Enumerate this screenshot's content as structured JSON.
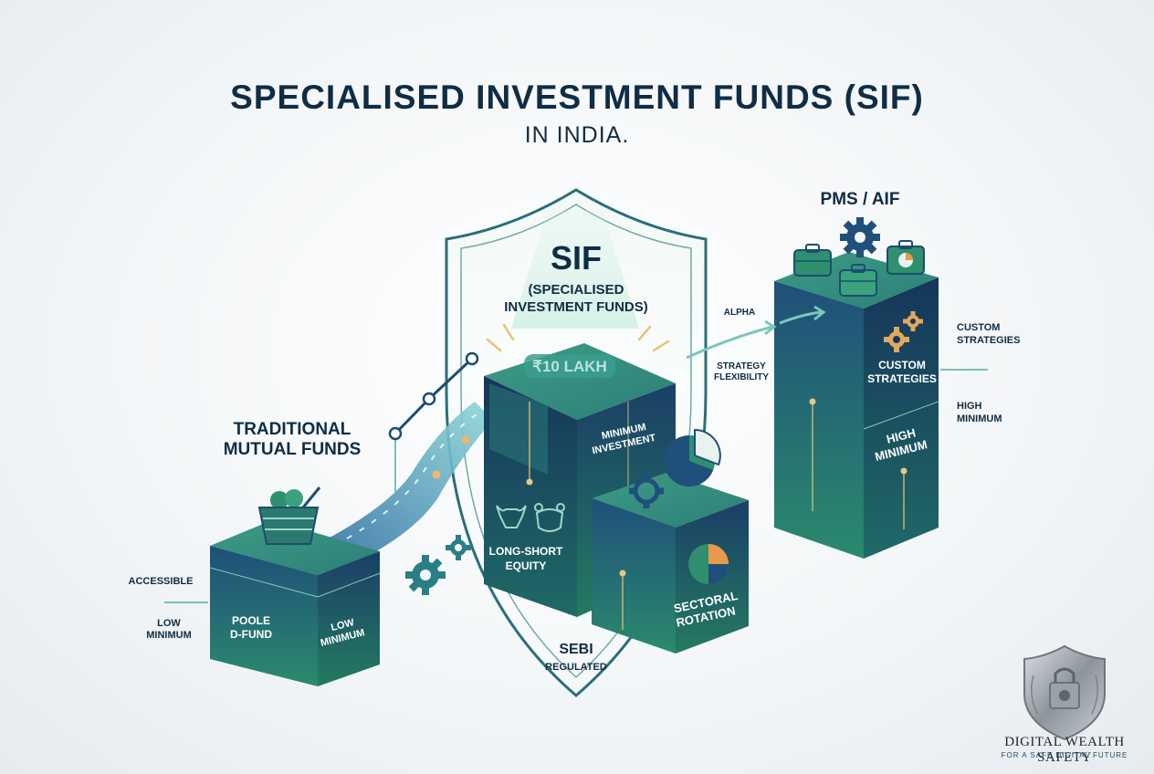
{
  "title": "SPECIALISED INVESTMENT FUNDS (SIF)",
  "subtitle": "IN INDIA.",
  "sif": {
    "heading": "SIF",
    "full_line1": "(SPECIALISED",
    "full_line2": "INVESTMENT FUNDS)",
    "amount": "₹10 LAKH",
    "min_line1": "MINIMUM",
    "min_line2": "INVESTMENT",
    "strategy1_line1": "LONG-SHORT",
    "strategy1_line2": "EQUITY",
    "strategy2_line1": "SECTORAL",
    "strategy2_line2": "ROTATION",
    "regulator": "SEBI",
    "regulated": "REGULATED"
  },
  "traditional": {
    "heading_line1": "TRADITIONAL",
    "heading_line2": "MUTUAL FUNDS",
    "accessible": "ACCESSIBLE",
    "low_min_line1": "LOW",
    "low_min_line2": "MINIMUM",
    "pooled_line1": "POOLE",
    "pooled_line2": "D-FUND",
    "box_low_line1": "LOW",
    "box_low_line2": "MINIMUM"
  },
  "pms": {
    "heading": "PMS / AIF",
    "alpha": "ALPHA",
    "flex_line1": "STRATEGY",
    "flex_line2": "FLEXIBILITY",
    "side_custom_line1": "CUSTOM",
    "side_custom_line2": "STRATEGIES",
    "side_high_line1": "HIGH",
    "side_high_line2": "MINIMUM",
    "box_custom_line1": "CUSTOM",
    "box_custom_line2": "STRATEGIES",
    "box_high_line1": "HIGH",
    "box_high_line2": "MINIMUM"
  },
  "brand": {
    "name": "DIGITAL WEALTH SAFETY",
    "tagline": "FOR A SAFE DIGITAL FUTURE"
  },
  "icons": {
    "basket": "basket-icon",
    "gear": "gear-icon",
    "pie": "pie-chart-icon",
    "bull": "bull-icon",
    "bear": "bear-icon",
    "briefcase": "briefcase-icon",
    "shield": "shield-icon"
  },
  "colors": {
    "navy": "#0f2d44",
    "teal": "#2a7f86",
    "green": "#2f8f6e",
    "orange": "#e89a4c"
  }
}
